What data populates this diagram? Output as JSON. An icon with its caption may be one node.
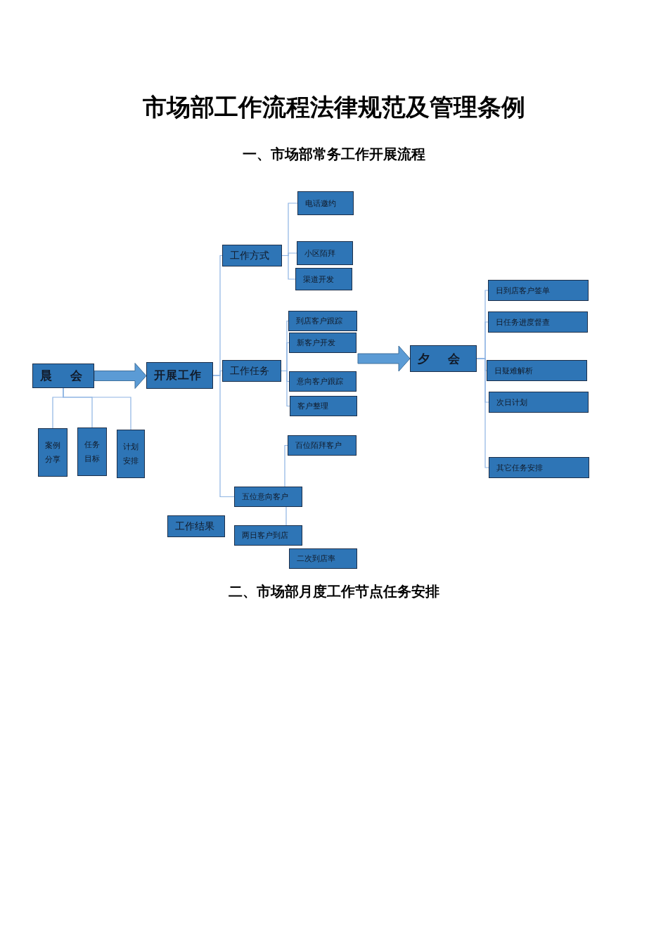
{
  "diagram": {
    "title": "市场部工作流程法律规范及管理条例",
    "nodes": [
      {
        "text": [
          "电话邀约"
        ]
      },
      {
        "text": [
          "工作方式"
        ]
      },
      {
        "text": [
          "小区陌拜"
        ]
      },
      {
        "text": [
          "渠道开发"
        ]
      },
      {
        "text": [
          "日到店客户签单"
        ]
      },
      {
        "text": [
          "到店客户跟踪"
        ]
      },
      {
        "text": [
          "日任务进度督查"
        ]
      },
      {
        "text": [
          "新客户开发"
        ]
      },
      {
        "text": [
          "夕会"
        ]
      },
      {
        "text": [
          "开展工作"
        ]
      },
      {
        "text": [
          "晨会"
        ]
      },
      {
        "text": [
          "工作任务"
        ]
      },
      {
        "text": [
          "日疑难解析"
        ]
      },
      {
        "text": [
          "意向客户跟踪"
        ]
      },
      {
        "text": [
          "客户整理"
        ]
      },
      {
        "text": [
          "次日计划"
        ]
      },
      {
        "text": [
          "案例分享"
        ]
      },
      {
        "text": [
          "任务目标"
        ]
      },
      {
        "text": [
          "计划安排"
        ]
      },
      {
        "text": [
          "百位陌拜客户"
        ]
      },
      {
        "text": [
          "其它任务安排"
        ]
      },
      {
        "text": [
          "五位意向客户"
        ]
      },
      {
        "text": [
          "工作结果"
        ]
      },
      {
        "text": [
          "两日客户到店"
        ]
      },
      {
        "text": [
          "二次到店率"
        ]
      }
    ],
    "edges": [
      {
        "from": 10,
        "to": 9,
        "arrow": "to",
        "style": "thick",
        "color": "#5b9bd5"
      },
      {
        "from": null,
        "to": 8,
        "arrow": "to",
        "style": "thick",
        "color": "#5b9bd5"
      },
      {
        "from": 10,
        "to": 16,
        "arrow": "none"
      },
      {
        "from": 10,
        "to": 17,
        "arrow": "none"
      },
      {
        "from": 10,
        "to": 18,
        "arrow": "none"
      },
      {
        "from": 9,
        "to": 1,
        "arrow": "none"
      },
      {
        "from": 9,
        "to": 11,
        "arrow": "none"
      },
      {
        "from": 9,
        "to": 21,
        "arrow": "none"
      },
      {
        "from": 1,
        "to": 0,
        "arrow": "none"
      },
      {
        "from": 1,
        "to": 2,
        "arrow": "none"
      },
      {
        "from": 1,
        "to": 3,
        "arrow": "none"
      },
      {
        "from": 11,
        "to": 5,
        "arrow": "none"
      },
      {
        "from": 11,
        "to": 7,
        "arrow": "none"
      },
      {
        "from": 11,
        "to": 13,
        "arrow": "none"
      },
      {
        "from": 11,
        "to": 14,
        "arrow": "none"
      },
      {
        "from": 8,
        "to": 4,
        "arrow": "none"
      },
      {
        "from": 8,
        "to": 6,
        "arrow": "none"
      },
      {
        "from": 8,
        "to": 12,
        "arrow": "none"
      },
      {
        "from": 8,
        "to": 15,
        "arrow": "none"
      },
      {
        "from": 8,
        "to": 20,
        "arrow": "none"
      },
      {
        "from": 21,
        "to": 19,
        "arrow": "none"
      },
      {
        "from": 21,
        "to": 23,
        "arrow": "none"
      }
    ],
    "labels": [
      "一、市场部常务工作开展流程",
      "二、市场部月度工作节点任务安排"
    ]
  }
}
